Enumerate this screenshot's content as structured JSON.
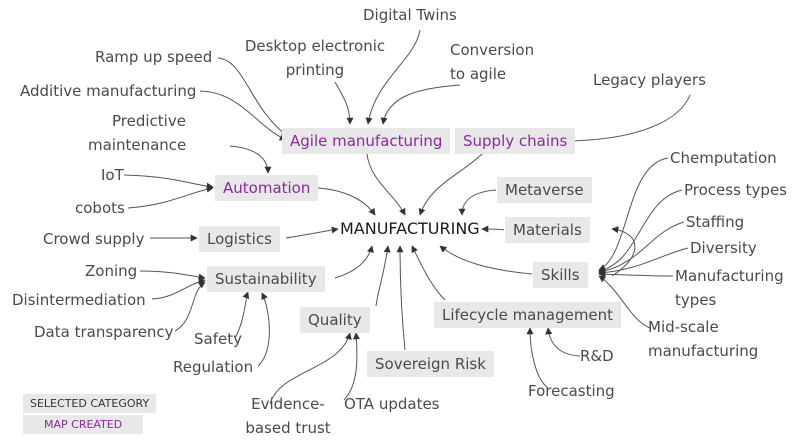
{
  "center": "MANUFACTURING",
  "categories": {
    "agile_manufacturing": "Agile manufacturing",
    "supply_chains": "Supply chains",
    "automation": "Automation",
    "metaverse": "Metaverse",
    "materials": "Materials",
    "logistics": "Logistics",
    "sustainability": "Sustainability",
    "skills": "Skills",
    "quality": "Quality",
    "lifecycle_management": "Lifecycle management",
    "sovereign_risk": "Sovereign Risk"
  },
  "topics": {
    "digital_twins": "Digital Twins",
    "desktop_printing": [
      "Desktop electronic",
      "printing"
    ],
    "conversion_agile": [
      "Conversion",
      "to agile"
    ],
    "ramp_up_speed": "Ramp up speed",
    "additive_manufacturing": "Additive manufacturing",
    "legacy_players": "Legacy players",
    "predictive_maintenance": [
      "Predictive",
      "maintenance"
    ],
    "iot": "IoT",
    "cobots": "cobots",
    "chemputation": "Chemputation",
    "process_types": "Process types",
    "staffing": "Staffing",
    "diversity": "Diversity",
    "manufacturing_types": [
      "Manufacturing",
      "types"
    ],
    "mid_scale": [
      "Mid-scale",
      "manufacturing"
    ],
    "crowd_supply": "Crowd supply",
    "zoning": "Zoning",
    "disintermediation": "Disintermediation",
    "data_transparency": "Data transparency",
    "safety": "Safety",
    "regulation": "Regulation",
    "evidence_based_trust": [
      "Evidence-",
      "based trust"
    ],
    "ota_updates": "OTA updates",
    "rd": "R&D",
    "forecasting": "Forecasting"
  },
  "legend": {
    "selected_category": "SELECTED CATEGORY",
    "map_created": "MAP CREATED"
  },
  "colors": {
    "selected": "#8a2a9c",
    "box": "#e8e8e8",
    "line": "#555555"
  }
}
